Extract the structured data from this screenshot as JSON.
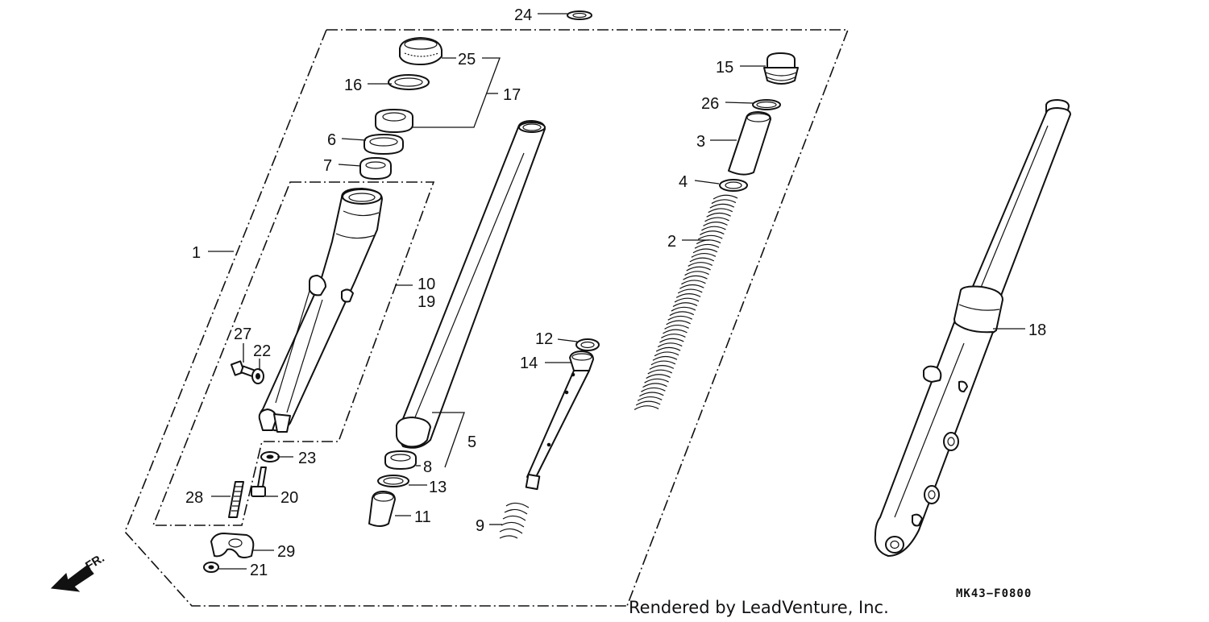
{
  "callouts": [
    {
      "id": "c24",
      "text": "24"
    },
    {
      "id": "c25",
      "text": "25"
    },
    {
      "id": "c16",
      "text": "16"
    },
    {
      "id": "c17",
      "text": "17"
    },
    {
      "id": "c6",
      "text": "6"
    },
    {
      "id": "c7",
      "text": "7"
    },
    {
      "id": "c1",
      "text": "1"
    },
    {
      "id": "c10",
      "text": "10"
    },
    {
      "id": "c19",
      "text": "19"
    },
    {
      "id": "c27",
      "text": "27"
    },
    {
      "id": "c22",
      "text": "22"
    },
    {
      "id": "c23",
      "text": "23"
    },
    {
      "id": "c28",
      "text": "28"
    },
    {
      "id": "c20",
      "text": "20"
    },
    {
      "id": "c29",
      "text": "29"
    },
    {
      "id": "c21",
      "text": "21"
    },
    {
      "id": "c5",
      "text": "5"
    },
    {
      "id": "c8",
      "text": "8"
    },
    {
      "id": "c13",
      "text": "13"
    },
    {
      "id": "c11",
      "text": "11"
    },
    {
      "id": "c12",
      "text": "12"
    },
    {
      "id": "c14",
      "text": "14"
    },
    {
      "id": "c9",
      "text": "9"
    },
    {
      "id": "c15",
      "text": "15"
    },
    {
      "id": "c26",
      "text": "26"
    },
    {
      "id": "c3",
      "text": "3"
    },
    {
      "id": "c4",
      "text": "4"
    },
    {
      "id": "c2",
      "text": "2"
    },
    {
      "id": "c18",
      "text": "18"
    }
  ],
  "direction_label": "FR.",
  "reference_code": "MK43−F0800",
  "credit": "Rendered by LeadVenture, Inc."
}
